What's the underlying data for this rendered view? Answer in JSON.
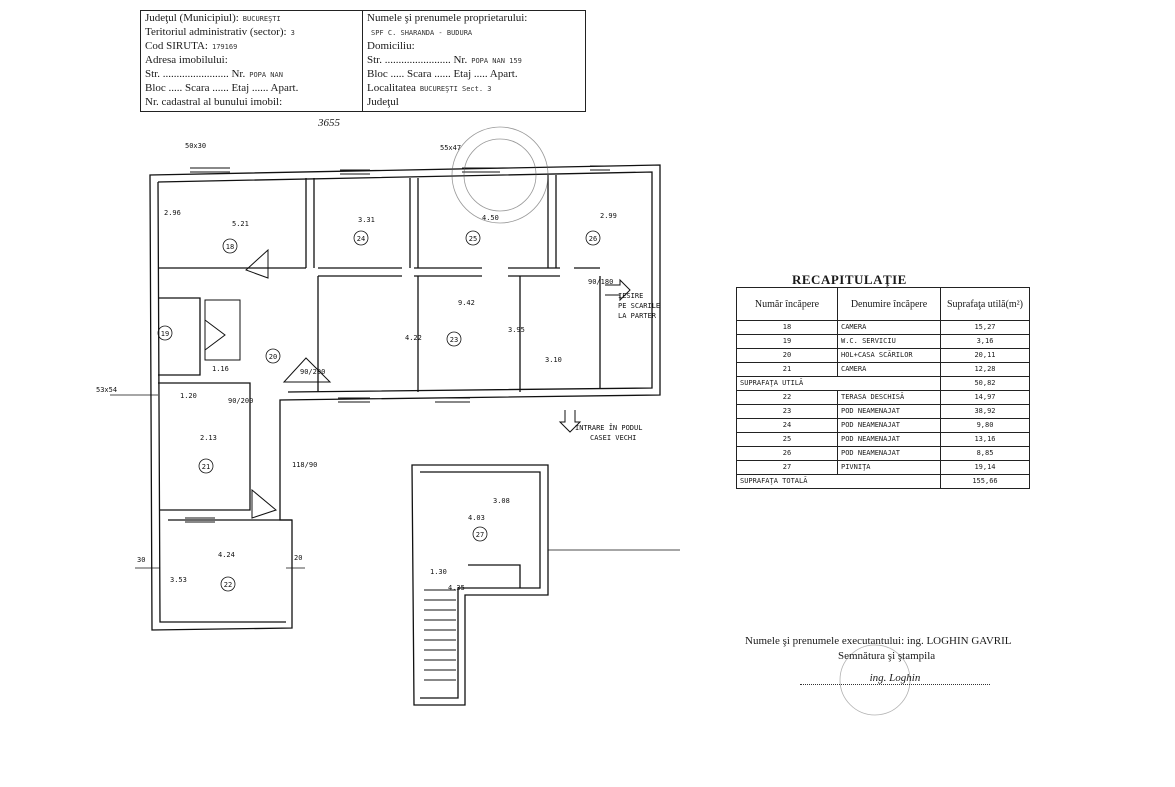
{
  "header_left": [
    {
      "label": "Judeţul (Municipiul):",
      "value": "BUCUREŞTI"
    },
    {
      "label": "Teritoriul administrativ (sector):",
      "value": "3"
    },
    {
      "label": "Cod SIRUTA:",
      "value": "179169"
    },
    {
      "label": "Adresa imobilului:",
      "value": ""
    },
    {
      "label": "Str. ........................ Nr.",
      "value": "POPA NAN"
    },
    {
      "label": "Bloc ..... Scara ...... Etaj ...... Apart.",
      "value": ""
    },
    {
      "label": "Nr. cadastral al bunului imobil:",
      "value": ""
    }
  ],
  "header_right": [
    {
      "label": "Numele şi prenumele proprietarului:",
      "value": ""
    },
    {
      "label": "",
      "value": "SPF  C. SHARANDA - BUDURA"
    },
    {
      "label": "Domiciliu:",
      "value": ""
    },
    {
      "label": "Str. ........................ Nr.",
      "value": "POPA NAN 159"
    },
    {
      "label": "Bloc ..... Scara ...... Etaj ..... Apart.",
      "value": ""
    },
    {
      "label": "Localitatea",
      "value": "BUCUREŞTI  Sect. 3"
    },
    {
      "label": "Judeţul",
      "value": ""
    }
  ],
  "plan_ref": "3655",
  "plan": {
    "room_numbers": [
      "18",
      "19",
      "20",
      "21",
      "22",
      "23",
      "24",
      "25",
      "26",
      "27"
    ],
    "dimensions": [
      "5.21",
      "3.31",
      "4.50",
      "2.99",
      "9.42",
      "4.22",
      "3.95",
      "3.10",
      "2.13",
      "4.24",
      "3.53",
      "4.03",
      "3.08",
      "1.30",
      "4.35",
      "2.96",
      "1.16",
      "1.20"
    ],
    "openings": [
      "50x30",
      "55x47",
      "53x54",
      "90/200",
      "90/200",
      "90/180",
      "118/90",
      "30",
      "20"
    ],
    "exit_note": [
      "IESIRE",
      "PE SCARILE",
      "LA PARTER"
    ],
    "entry_note": [
      "INTRARE ÎN PODUL",
      "CASEI VECHI"
    ]
  },
  "recap": {
    "title": "RECAPITULAŢIE",
    "headers": [
      "Număr încăpere",
      "Denumire încăpere",
      "Suprafaţa utilă(m²)"
    ],
    "rows": [
      {
        "nr": "18",
        "name": "CAMERA",
        "area": "15,27"
      },
      {
        "nr": "19",
        "name": "W.C. SERVICIU",
        "area": "3,16"
      },
      {
        "nr": "20",
        "name": "HOL+CASA SCĂRILOR",
        "area": "20,11"
      },
      {
        "nr": "21",
        "name": "CAMERA",
        "area": "12,28"
      }
    ],
    "utila": {
      "label": "SUPRAFAŢA UTILĂ",
      "area": "50,82"
    },
    "rows2": [
      {
        "nr": "22",
        "name": "TERASA DESCHISĂ",
        "area": "14,97"
      },
      {
        "nr": "23",
        "name": "POD NEAMENAJAT",
        "area": "38,92"
      },
      {
        "nr": "24",
        "name": "POD NEAMENAJAT",
        "area": "9,80"
      },
      {
        "nr": "25",
        "name": "POD NEAMENAJAT",
        "area": "13,16"
      },
      {
        "nr": "26",
        "name": "POD NEAMENAJAT",
        "area": "8,85"
      },
      {
        "nr": "27",
        "name": "PIVNIŢA",
        "area": "19,14"
      }
    ],
    "total": {
      "label": "SUPRAFAŢA TOTALĂ",
      "area": "155,66"
    }
  },
  "executor": "Numele şi prenumele executantului: ing. LOGHIN GAVRIL",
  "signature_label": "Semnătura şi ştampila",
  "signature": "ing. Loghin"
}
